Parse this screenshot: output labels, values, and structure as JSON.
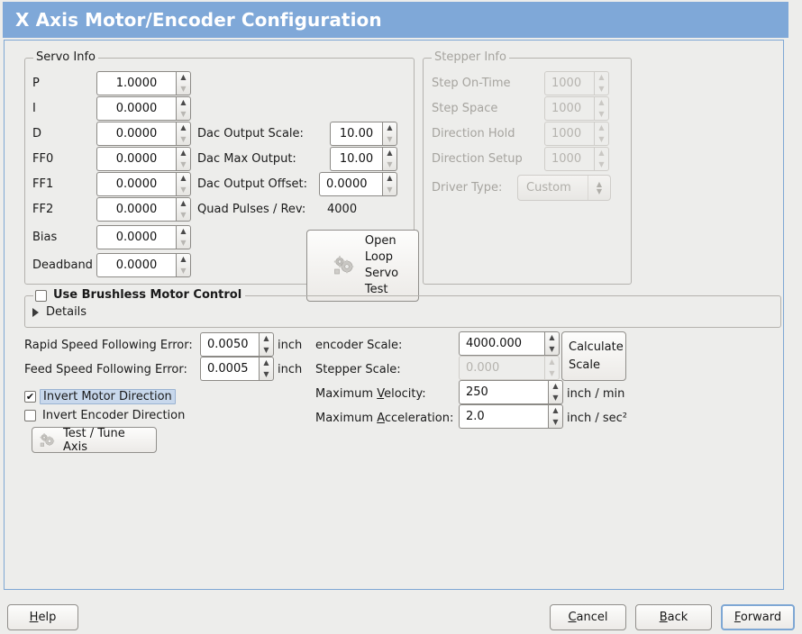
{
  "window": {
    "title": "X Axis Motor/Encoder Configuration",
    "title_bg": "#7fa8d8",
    "accent": "#7ea7d4"
  },
  "servo_info": {
    "legend": "Servo Info",
    "rows": [
      {
        "label": "P",
        "value": "1.0000"
      },
      {
        "label": "I",
        "value": "0.0000"
      },
      {
        "label": "D",
        "value": "0.0000"
      },
      {
        "label": "FF0",
        "value": "0.0000"
      },
      {
        "label": "FF1",
        "value": "0.0000"
      },
      {
        "label": "FF2",
        "value": "0.0000"
      },
      {
        "label": "Bias",
        "value": "0.0000"
      },
      {
        "label": "Deadband",
        "value": "0.0000"
      }
    ],
    "dac_output_scale_label": "Dac Output Scale:",
    "dac_output_scale_value": "10.00",
    "dac_max_output_label": "Dac Max Output:",
    "dac_max_output_value": "10.00",
    "dac_output_offset_label": "Dac Output Offset:",
    "dac_output_offset_value": "0.0000",
    "quad_pulses_label": "Quad Pulses / Rev:",
    "quad_pulses_value": "4000",
    "open_loop_test": {
      "line1": "Open",
      "line2": "Loop",
      "line3": "Servo",
      "line4": "Test",
      "icon": "gears-icon"
    }
  },
  "stepper_info": {
    "legend": "Stepper Info",
    "enabled": false,
    "rows": [
      {
        "label": "Step On-Time",
        "value": "1000"
      },
      {
        "label": "Step Space",
        "value": "1000"
      },
      {
        "label": "Direction Hold",
        "value": "1000"
      },
      {
        "label": "Direction Setup",
        "value": "1000"
      }
    ],
    "driver_type_label": "Driver Type:",
    "driver_type_value": "Custom"
  },
  "brushless": {
    "checkbox_label": "Use Brushless Motor Control",
    "checked": false,
    "details_label": "Details",
    "details_expanded": false
  },
  "tuning": {
    "rapid_error_label": "Rapid Speed Following Error:",
    "rapid_error_value": "0.0050",
    "rapid_error_unit": "inch",
    "feed_error_label": "Feed Speed Following Error:",
    "feed_error_value": "0.0005",
    "feed_error_unit": "inch",
    "invert_motor_label": "Invert Motor Direction",
    "invert_motor_checked": true,
    "invert_encoder_label": "Invert Encoder Direction",
    "invert_encoder_checked": false,
    "test_tune_label": "Test / Tune Axis",
    "test_tune_icon": "gears-icon"
  },
  "scales": {
    "encoder_scale_label": "encoder Scale:",
    "encoder_scale_value": "4000.000",
    "stepper_scale_label": "Stepper Scale:",
    "stepper_scale_value": "0.000",
    "stepper_scale_enabled": false,
    "max_velocity_label_pre": "Maximum ",
    "max_velocity_label_key": "V",
    "max_velocity_label_post": "elocity:",
    "max_velocity_value": "250",
    "max_velocity_unit": "inch / min",
    "max_accel_label_pre": "Maximum ",
    "max_accel_label_key": "A",
    "max_accel_label_post": "cceleration:",
    "max_accel_value": "2.0",
    "max_accel_unit": "inch / sec²",
    "calculate_scale_line1": "Calculate",
    "calculate_scale_line2": "Scale"
  },
  "footer": {
    "help_pre": "H",
    "help_key": "H",
    "help_label": "Help",
    "cancel_label": "Cancel",
    "back_label": "Back",
    "forward_label": "Forward"
  }
}
